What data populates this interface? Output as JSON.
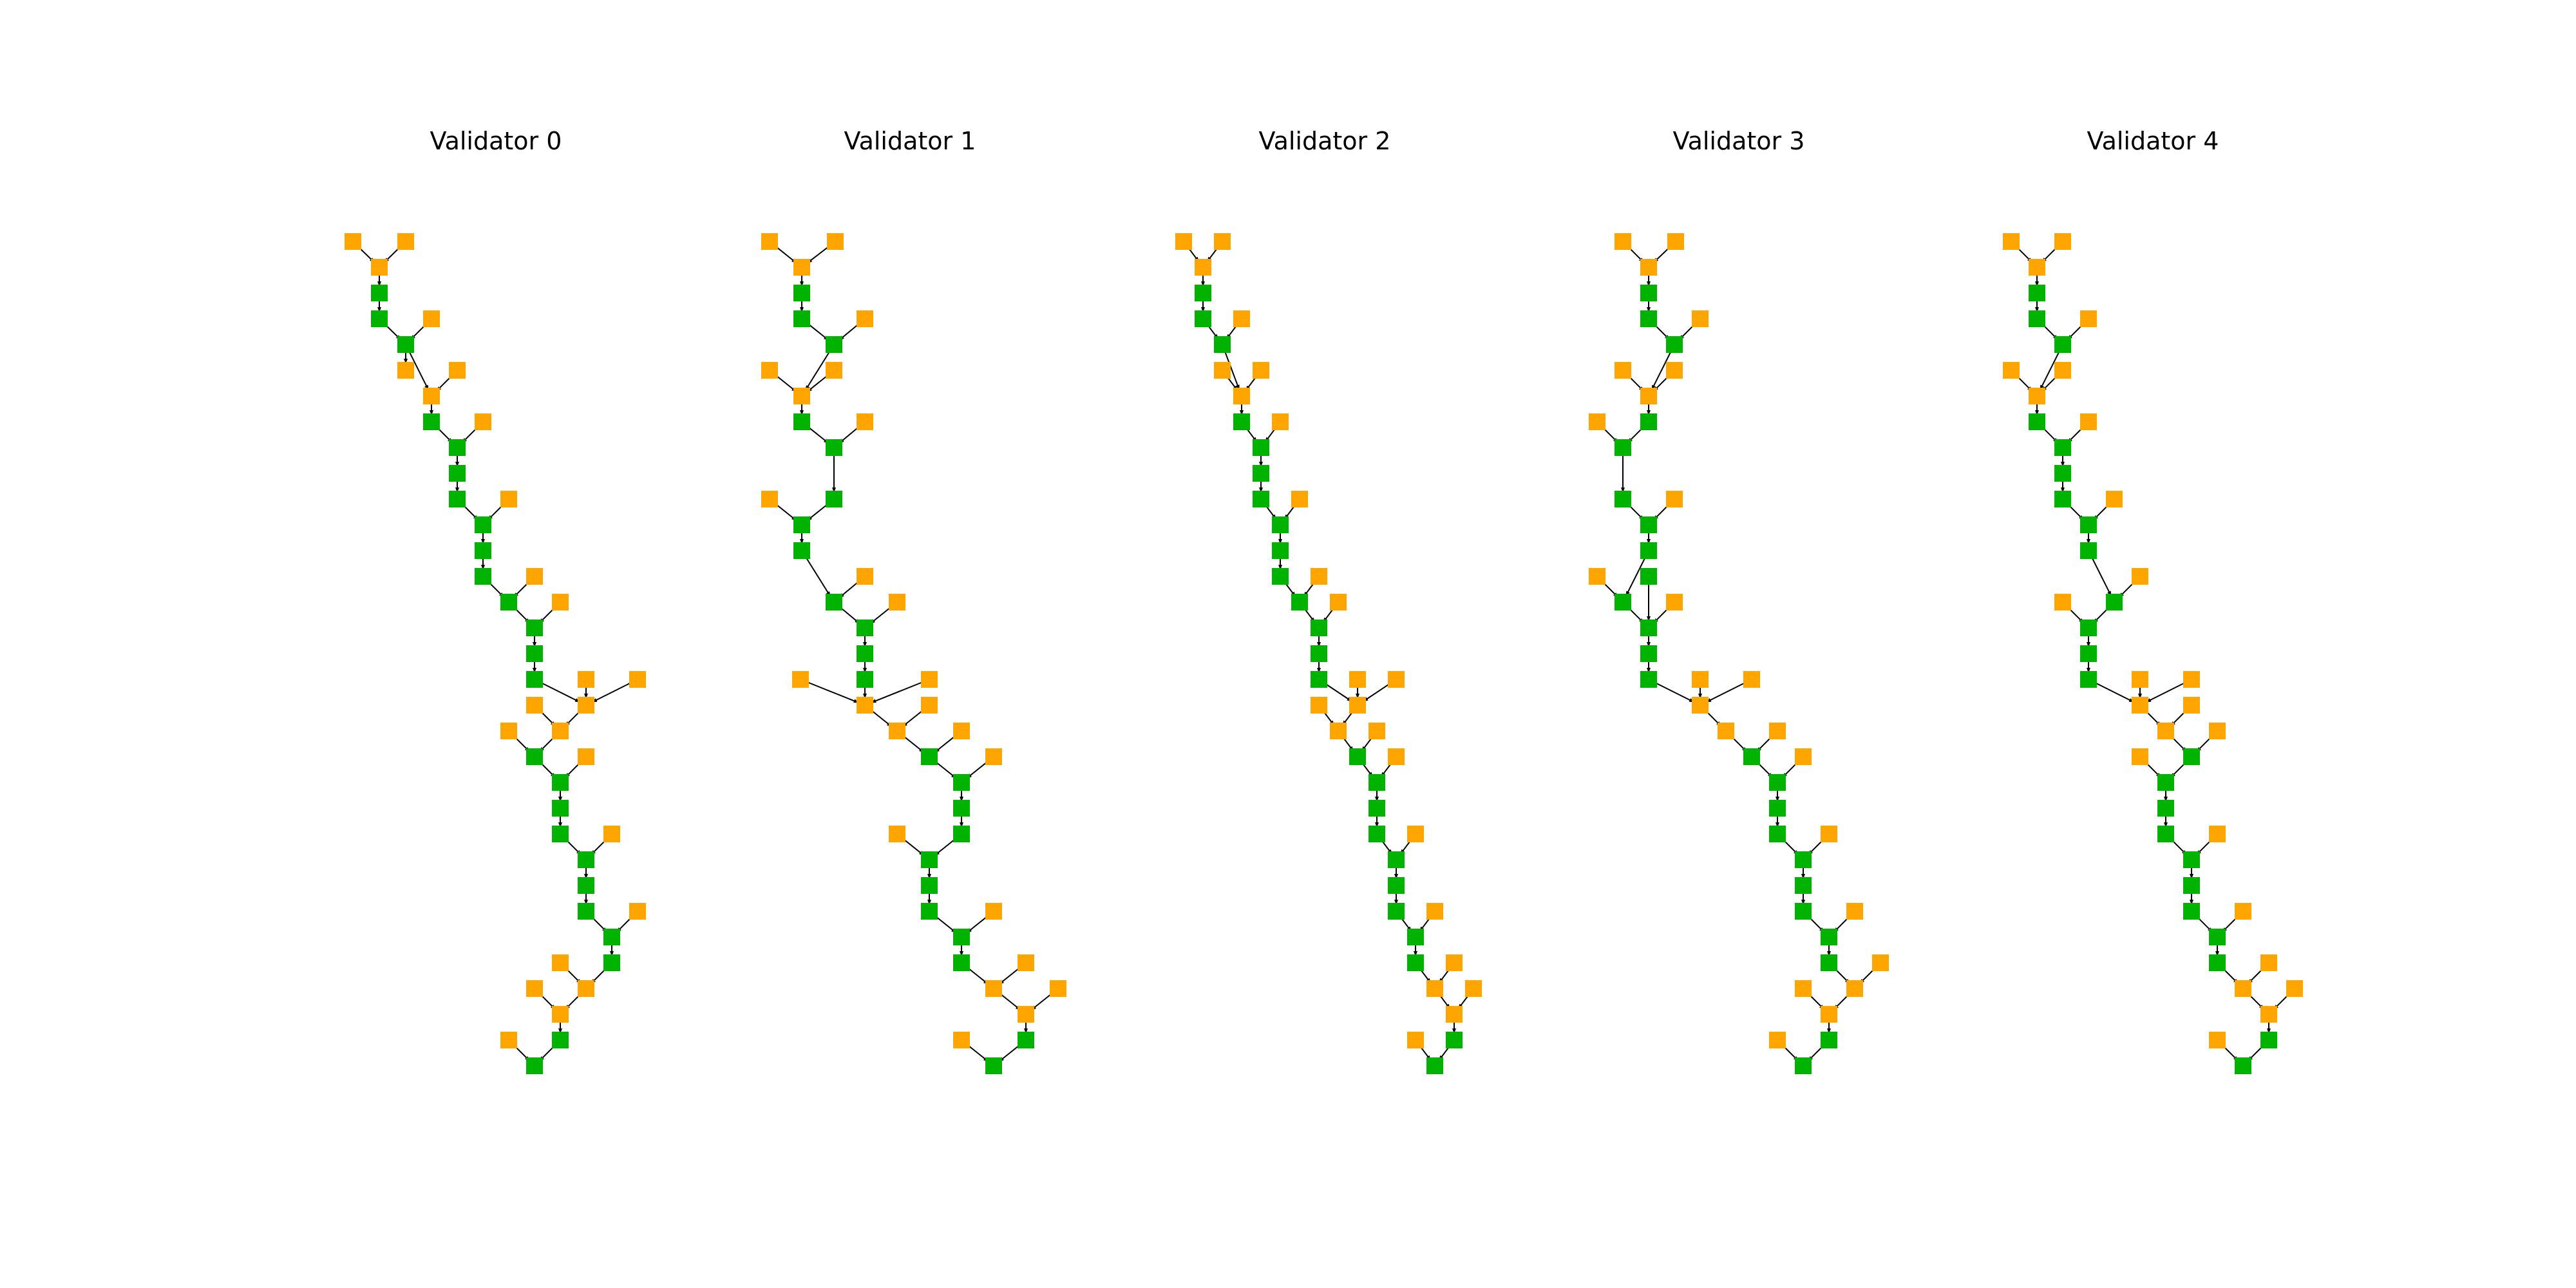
{
  "panels": [
    {
      "title": "Validator 0"
    },
    {
      "title": "Validator 1"
    },
    {
      "title": "Validator 2"
    },
    {
      "title": "Validator 3"
    },
    {
      "title": "Validator 4"
    }
  ],
  "legend_colors": {
    "canonical_block": "#00b300",
    "orphan_block": "#ffa500",
    "edge": "#000000"
  }
}
